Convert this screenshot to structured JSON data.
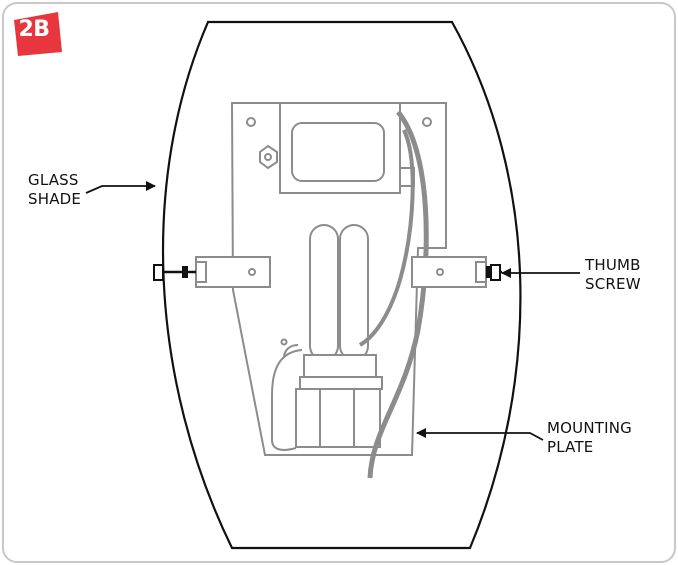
{
  "step_badge": {
    "label": "2B",
    "color": "#e8363f"
  },
  "callouts": {
    "glass_shade": {
      "line1": "GLASS",
      "line2": "SHADE"
    },
    "thumb_screw": {
      "line1": "THUMB",
      "line2": "SCREW"
    },
    "mounting_plate": {
      "line1": "MOUNTING",
      "line2": "PLATE"
    }
  },
  "colors": {
    "outline": "#111111",
    "fixture": "#8c8c8c",
    "frame": "#c8c8c8"
  }
}
